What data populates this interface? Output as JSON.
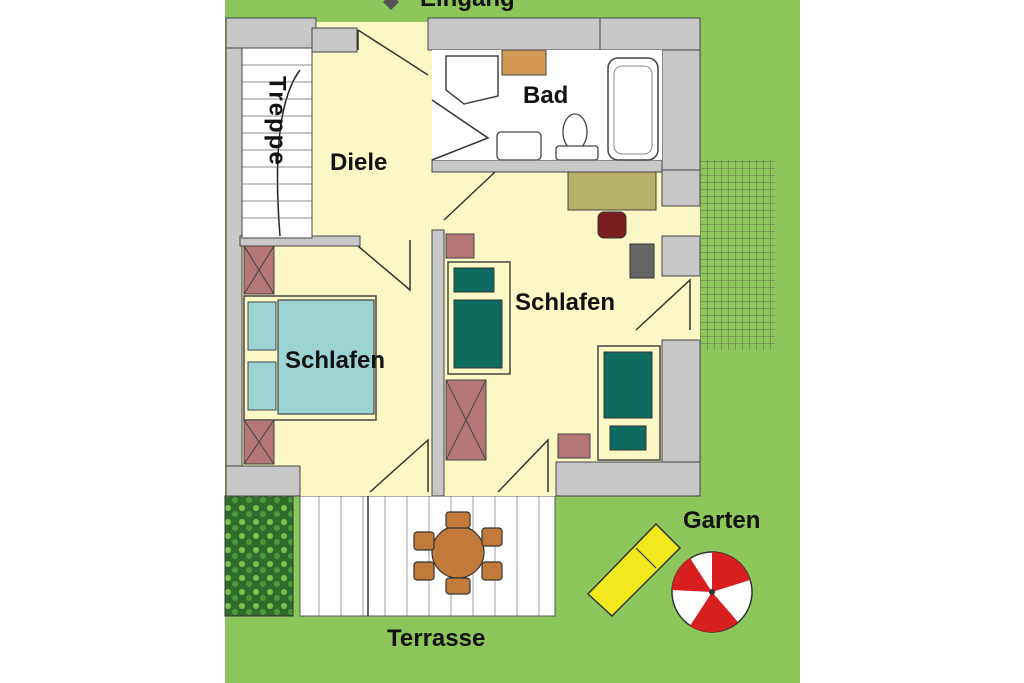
{
  "plan": {
    "labels": {
      "entrance": "Eingang",
      "stairs": "Treppe",
      "hall": "Diele",
      "bathroom": "Bad",
      "bedroom_left": "Schlafen",
      "bedroom_right": "Schlafen",
      "garden": "Garten",
      "terrace": "Terrasse"
    },
    "colors": {
      "floor": "#fbf8c6",
      "wall": "#c8c8c8",
      "lawn": "#8dc65a",
      "bed_light": "#9cd4d4",
      "bed_dark": "#0d6b5f",
      "table": "#c27a3a",
      "lounger": "#f2e81e",
      "umbrella": "#d81e1e",
      "cabinet": "#b6b06a"
    }
  }
}
